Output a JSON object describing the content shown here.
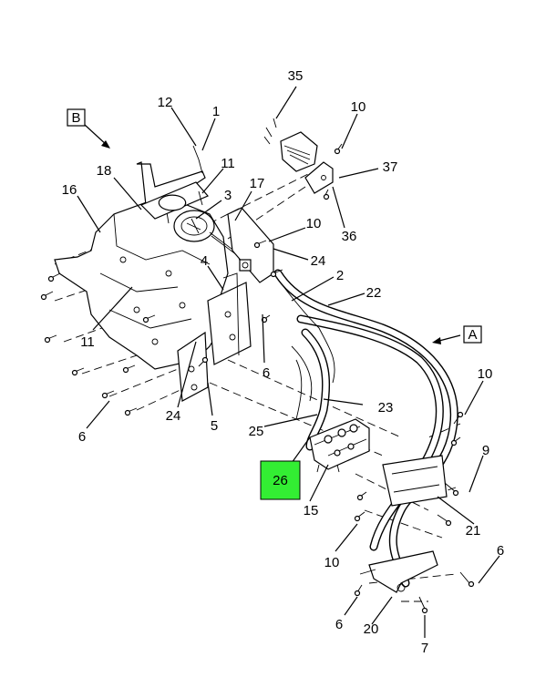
{
  "callouts": {
    "c35": "35",
    "c12": "12",
    "c1": "1",
    "c10a": "10",
    "cB": "B",
    "c37": "37",
    "c18": "18",
    "c11a": "11",
    "c16": "16",
    "c3": "3",
    "c17": "17",
    "c36": "36",
    "c10b": "10",
    "c24a": "24",
    "c4": "4",
    "c2": "2",
    "c22": "22",
    "c11b": "11",
    "cA": "A",
    "c6a": "6",
    "c10c": "10",
    "c24b": "24",
    "c23": "23",
    "c5": "5",
    "c6b": "6",
    "c25": "25",
    "c9": "9",
    "c26": "26",
    "c15": "15",
    "c21": "21",
    "c6c": "6",
    "c10d": "10",
    "c6d": "6",
    "c20": "20",
    "c7": "7"
  },
  "colors": {
    "highlight": "#33ee33",
    "line": "#000000",
    "background": "#ffffff"
  }
}
